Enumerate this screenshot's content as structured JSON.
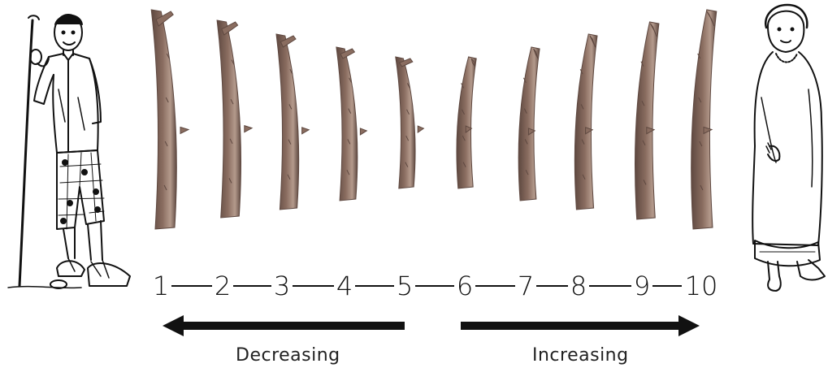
{
  "scale": {
    "numbers": [
      "1",
      "2",
      "3",
      "4",
      "5",
      "6",
      "7",
      "8",
      "9",
      "10"
    ]
  },
  "arrows": {
    "left_label": "Decreasing",
    "right_label": "Increasing"
  },
  "figures": {
    "left": "man-with-walking-stick",
    "right": "woman-in-shawl"
  },
  "sticks": {
    "count": 10,
    "relative_lengths": [
      10,
      9,
      8,
      7,
      6,
      6,
      7,
      8,
      9,
      10
    ]
  },
  "colors": {
    "stick_bark": "#8a6d60",
    "stick_shadow": "#5e4840",
    "stick_highlight": "#b49a8c",
    "ink": "#111111"
  }
}
